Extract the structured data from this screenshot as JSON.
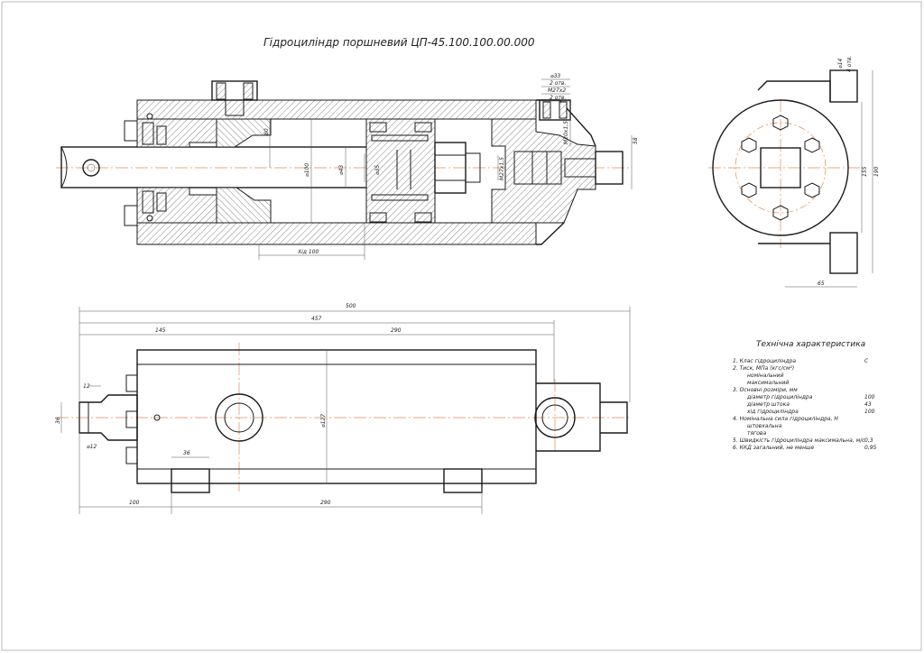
{
  "title": "Гідроциліндр поршневий ЦП-45.100.100.00.000",
  "section_view": {
    "dims": {
      "d33": "⌀33",
      "holes_top1": "2 отв.",
      "thread_top": "М27х2",
      "holes_top2": "2 отв.",
      "thread_right": "М20х1,5",
      "d80": "80",
      "d100": "⌀100",
      "d43": "⌀43",
      "d35": "⌀35",
      "thread_mid": "М27х1,5",
      "d58": "58",
      "stroke": "Хід 100"
    }
  },
  "end_view": {
    "dims": {
      "d14": "⌀14",
      "holes": "4 отв.",
      "d155": "155",
      "d190": "190",
      "d65": "65"
    }
  },
  "front_view": {
    "dims": {
      "total": "500",
      "d457": "457",
      "d145": "145",
      "d290_top": "290",
      "d12": "12",
      "d36_left": "36",
      "phi12": "⌀12",
      "phi127": "⌀127",
      "d36": "36",
      "d100": "100",
      "d290_bottom": "290"
    }
  },
  "tech": {
    "title": "Технічна характеристика",
    "rows": [
      {
        "label": "1. Клас гідроциліндра",
        "value": "C"
      },
      {
        "label": "2. Тиск, МПа (кгс/см²)",
        "value": ""
      },
      {
        "label": "номінальний",
        "value": ""
      },
      {
        "label": "максимальний",
        "value": ""
      },
      {
        "label": "3. Основні розміри, мм",
        "value": ""
      },
      {
        "label": "діаметр гідроциліндра",
        "value": "100"
      },
      {
        "label": "діаметр штока",
        "value": "43"
      },
      {
        "label": "хід гідроциліндра",
        "value": "100"
      },
      {
        "label": "4. Номінальна сила гідроциліндра, Н",
        "value": ""
      },
      {
        "label": "штовхальна",
        "value": ""
      },
      {
        "label": "тягова",
        "value": ""
      },
      {
        "label": "5. Швидкість гідроциліндра максимальна, м/с",
        "value": "0,3"
      },
      {
        "label": "6. ККД загальний, не менше",
        "value": "0,95"
      }
    ]
  }
}
